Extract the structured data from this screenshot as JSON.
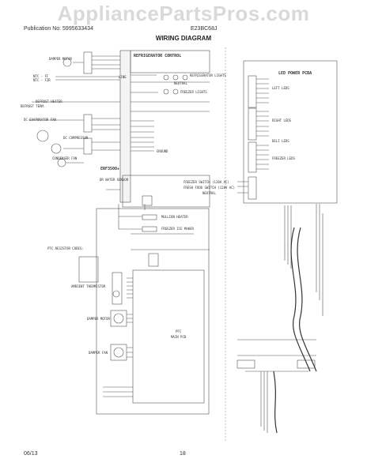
{
  "watermark": "AppliancePartsPros.com",
  "header": {
    "publication": "Publication No: 5995633434",
    "model": "E23BC68J"
  },
  "title": "WIRING DIAGRAM",
  "footer": {
    "date": "06/13",
    "page": "18"
  },
  "labels": {
    "damper_motor": "DAMPER MOTOR",
    "ntc_ff": "NTC - FF",
    "ntc_fzr": "NTC - FZR",
    "refrigerator_control": "REFRIGERATOR CONTROL",
    "line": "LINE",
    "refrigerator_lights": "REFRIGERATOR LIGHTS",
    "freezer_lights": "FREEZER LIGHTS",
    "neutral": "NEUTRAL",
    "defrost_heater": "DEFROST HEATER",
    "defrost_term": "DEFROST TERM.",
    "dc_evaporator_fan": "DC EVAPORATOR FAN",
    "dc_compressor": "DC COMPRESSOR",
    "condenser_fan": "CONDENSER FAN",
    "ground": "GROUND",
    "erf": "ERF3500+",
    "dr_water_sensor": "DR WATER SENSOR",
    "mullion_heater": "MULLION HEATER",
    "freezer_ice_maker": "FREEZER ICE MAKER",
    "led_power_pcba": "LED POWER PCBA",
    "left_leds": "LEFT LEDS",
    "right_leds": "RIGHT LEDS",
    "deli_leds": "DELI LEDS",
    "freezer_leds": "FREEZER LEDS",
    "freezer_switch": "FREEZER SWITCH (120V AC)",
    "fresh_food_switch": "FRESH FOOD SWITCH (120V AC)",
    "pin_legend_title": "PTC RESISTOR CODES:",
    "damper_motor_lower": "DAMPER MOTOR",
    "ambient_thermistor": "AMBIENT THERMISTOR",
    "damper_fan": "DAMPER FAN",
    "pfc": "PFC",
    "main_pcb": "MAIN PCB"
  }
}
